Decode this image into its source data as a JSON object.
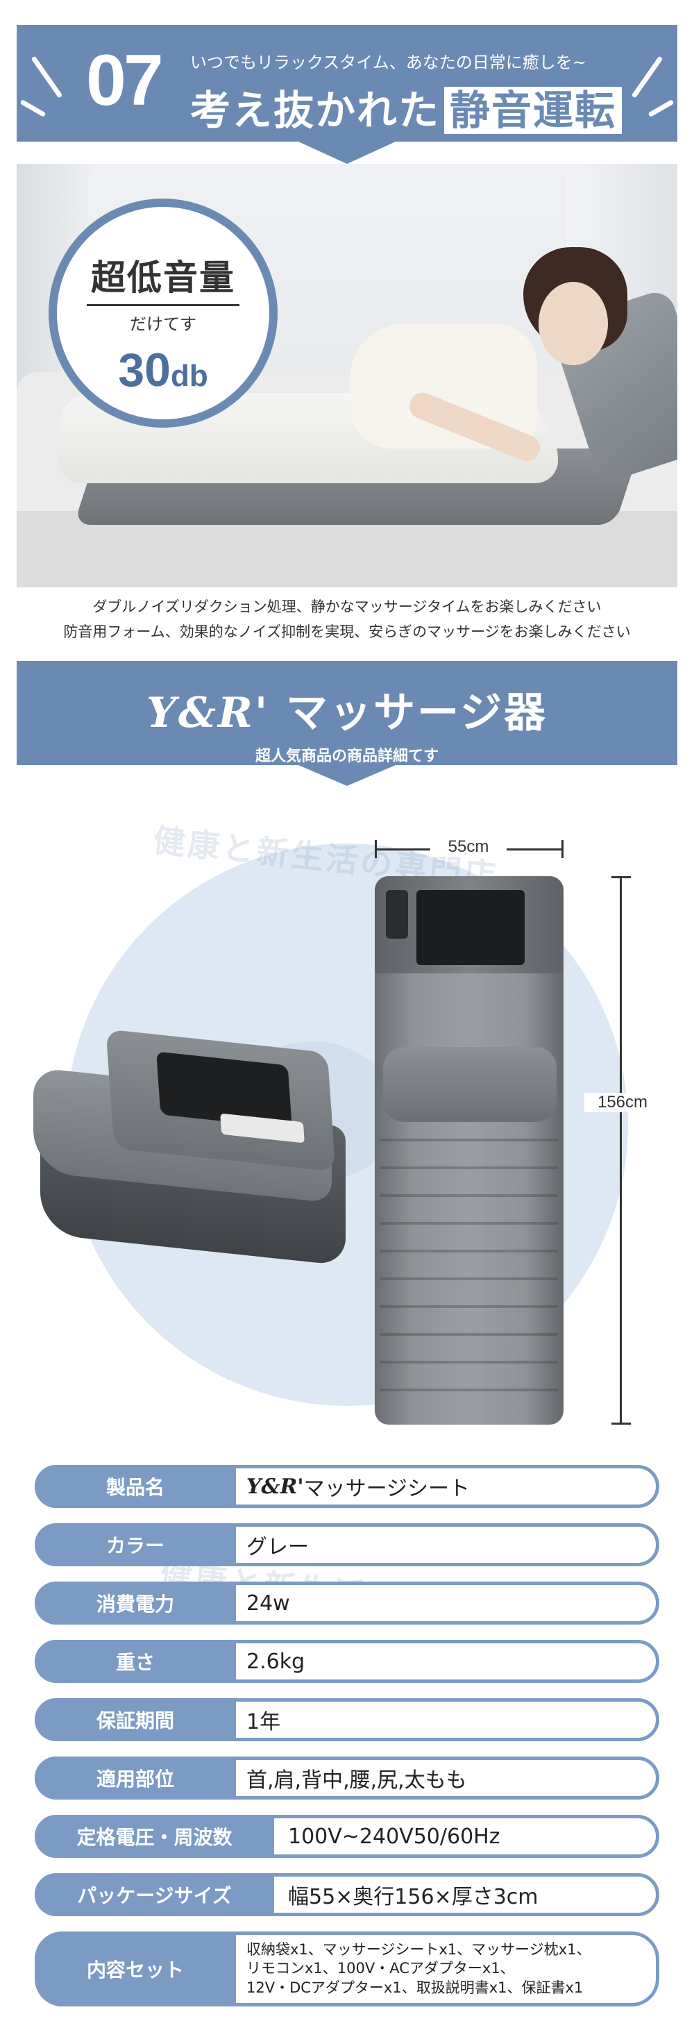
{
  "section_title": {
    "number": "07",
    "subtitle": "いつでもリラックスタイム、あなたの日常に癒しを~",
    "title_prefix": "考え抜かれた",
    "title_highlight": "静音運転"
  },
  "badge": {
    "line1": "超低音量",
    "line2": "だけてす",
    "value": "30",
    "unit": "db"
  },
  "captions": [
    "ダブルノイズリダクション処理、静かなマッサージタイムをお楽しみください",
    "防音用フォーム、効果的なノイズ抑制を実現、安らぎのマッサージをお楽しみください"
  ],
  "product_header": {
    "brand": "Y&R'",
    "product": "マッサージ器",
    "subtitle": "超人気商品の商品詳細てす"
  },
  "watermark": "健康と新生活の専門店",
  "dimensions": {
    "width": "55cm",
    "length": "156cm"
  },
  "specs": [
    {
      "label": "製品名",
      "brand": "Y&R'",
      "value": "マッサージシート"
    },
    {
      "label": "カラー",
      "value": "グレー"
    },
    {
      "label": "消費電力",
      "value": "24w"
    },
    {
      "label": "重さ",
      "value": "2.6kg"
    },
    {
      "label": "保証期間",
      "value": "1年"
    },
    {
      "label": "適用部位",
      "value": "首,肩,背中,腰,尻,太もも"
    },
    {
      "label": "定格電圧・周波数",
      "value": "100V~240V50/60Hz"
    },
    {
      "label": "パッケージサイズ",
      "value": "幅55×奥行156×厚さ3cm"
    },
    {
      "label": "内容セット",
      "lines": [
        "収納袋x1、マッサージシートx1、マッサージ枕x1、",
        "リモコンx1、100V・ACアダプターx1、",
        "12V・DCアダプターx1、取扱説明書x1、保証書x1"
      ]
    }
  ],
  "colors": {
    "banner": "#6a8ab3",
    "spec_accent": "#7b9bc4",
    "circle_bg": "#dde8f4"
  }
}
